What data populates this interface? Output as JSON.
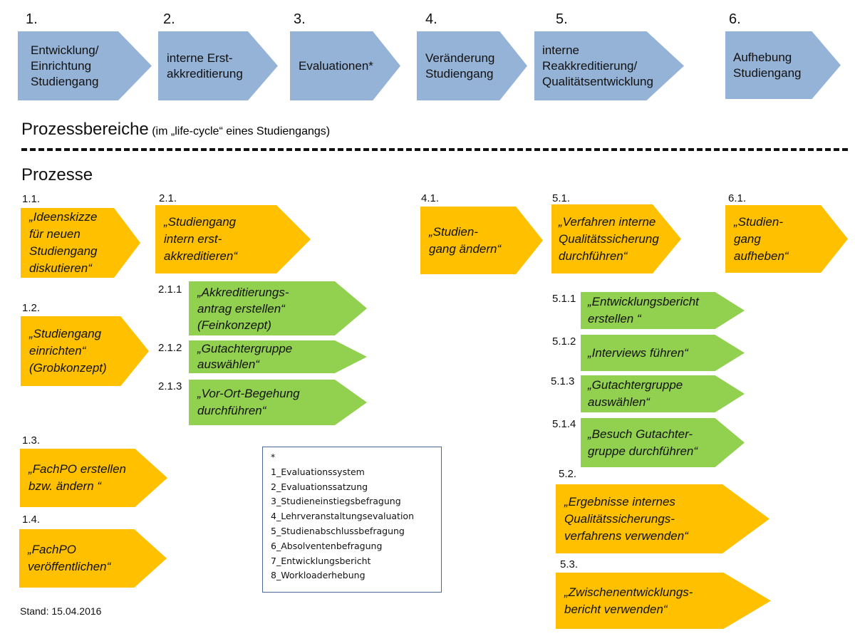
{
  "phases": [
    {
      "number": "1.",
      "lines": [
        "Entwicklung/",
        "Einrichtung",
        "Studiengang"
      ]
    },
    {
      "number": "2.",
      "lines": [
        "interne Erst-",
        "akkreditierung"
      ]
    },
    {
      "number": "3.",
      "lines": [
        "Evaluationen*"
      ]
    },
    {
      "number": "4.",
      "lines": [
        "Veränderung",
        "Studiengang"
      ]
    },
    {
      "number": "5.",
      "lines": [
        "interne",
        "Reakkreditierung/",
        "Qualitätsentwicklung"
      ]
    },
    {
      "number": "6.",
      "lines": [
        "Aufhebung",
        "Studiengang"
      ]
    }
  ],
  "section_process_areas": {
    "title": "Prozessbereiche",
    "subtitle": "(im „life-cycle“ eines Studiengangs)"
  },
  "section_processes": {
    "title": "Prozesse"
  },
  "processes": [
    {
      "id": "p11",
      "number": "1.1.",
      "color": "orange",
      "lines": [
        "„Ideenskizze",
        "für neuen",
        "Studiengang",
        "diskutieren“"
      ]
    },
    {
      "id": "p12",
      "number": "1.2.",
      "color": "orange",
      "lines": [
        "„Studiengang",
        "einrichten“",
        "(Grobkonzept)"
      ]
    },
    {
      "id": "p13",
      "number": "1.3.",
      "color": "orange",
      "lines": [
        "„FachPO erstellen",
        "bzw. ändern “"
      ]
    },
    {
      "id": "p14",
      "number": "1.4.",
      "color": "orange",
      "lines": [
        "„FachPO",
        "veröffentlichen“"
      ]
    },
    {
      "id": "p21",
      "number": "2.1.",
      "color": "orange",
      "lines": [
        "„Studiengang",
        "intern erst-",
        "akkreditieren“"
      ]
    },
    {
      "id": "p211",
      "number": "2.1.1",
      "color": "green",
      "lines": [
        "„Akkreditierungs-",
        "antrag erstellen“",
        "(Feinkonzept)"
      ]
    },
    {
      "id": "p212",
      "number": "2.1.2",
      "color": "green",
      "lines": [
        "„Gutachtergruppe",
        "auswählen“"
      ]
    },
    {
      "id": "p213",
      "number": "2.1.3",
      "color": "green",
      "lines": [
        "„Vor-Ort-Begehung",
        "durchführen“"
      ]
    },
    {
      "id": "p41",
      "number": "4.1.",
      "color": "orange",
      "lines": [
        "„Studien-",
        "gang ändern“"
      ]
    },
    {
      "id": "p51",
      "number": "5.1.",
      "color": "orange",
      "lines": [
        "„Verfahren interne",
        "Qualitätssicherung",
        "durchführen“"
      ]
    },
    {
      "id": "p511",
      "number": "5.1.1",
      "color": "green",
      "lines": [
        "„Entwicklungsbericht",
        "erstellen “"
      ]
    },
    {
      "id": "p512",
      "number": "5.1.2",
      "color": "green",
      "lines": [
        "„Interviews führen“"
      ]
    },
    {
      "id": "p513",
      "number": "5.1.3",
      "color": "green",
      "lines": [
        "„Gutachtergruppe",
        "auswählen“"
      ]
    },
    {
      "id": "p514",
      "number": "5.1.4",
      "color": "green",
      "lines": [
        "„Besuch Gutachter-",
        "gruppe durchführen“"
      ]
    },
    {
      "id": "p52",
      "number": "5.2.",
      "color": "orange",
      "lines": [
        "„Ergebnisse internes",
        "Qualitätssicherungs-",
        "verfahrens verwenden“"
      ]
    },
    {
      "id": "p53",
      "number": "5.3.",
      "color": "orange",
      "lines": [
        "„Zwischenentwicklungs-",
        "bericht verwenden“"
      ]
    },
    {
      "id": "p61",
      "number": "6.1.",
      "color": "orange",
      "lines": [
        "„Studien-",
        "gang",
        "aufheben“"
      ]
    }
  ],
  "legend": {
    "marker": "*",
    "items": [
      "1_Evaluationssystem",
      "2_Evaluationssatzung",
      "3_Studieneinstiegsbefragung",
      "4_Lehrveranstaltungsevaluation",
      "5_Studienabschlussbefragung",
      "6_Absolventenbefragung",
      "7_Entwicklungsbericht",
      "8_Workloaderhebung"
    ]
  },
  "footer": {
    "stand": "Stand: 15.04.2016"
  },
  "colors": {
    "phase_blue": "#95b3d7",
    "process_orange": "#ffc000",
    "subprocess_green": "#92d050",
    "legend_border": "#4a6896"
  }
}
